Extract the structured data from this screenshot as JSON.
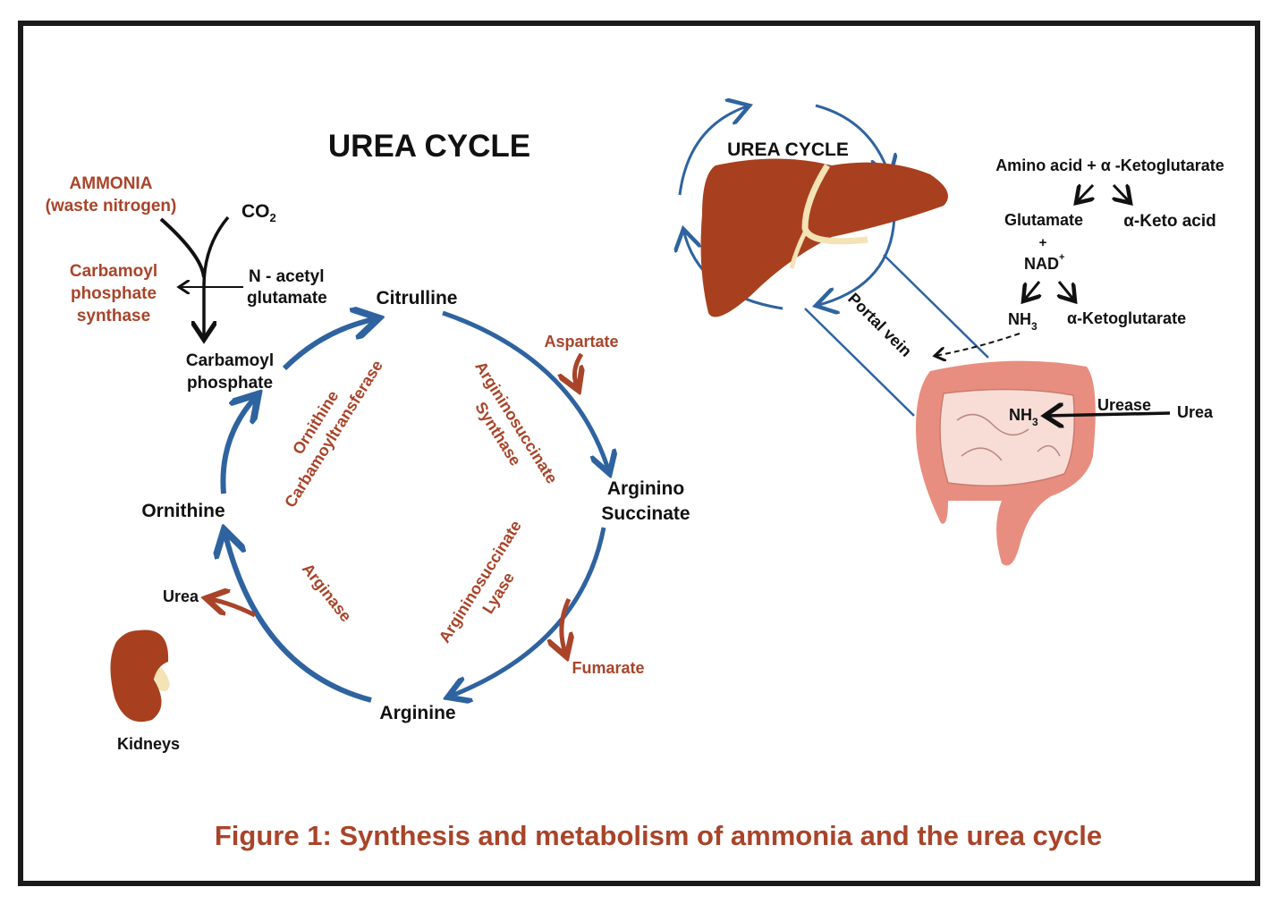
{
  "colors": {
    "cycle_arrow": "#2f63a0",
    "enzyme_text": "#a9442a",
    "liver": "#a8401f",
    "intestine": "#e88e80",
    "frame": "#1a1a1a"
  },
  "left": {
    "title": "UREA CYCLE",
    "ammonia": "AMMONIA",
    "ammonia_sub": "(waste nitrogen)",
    "co2": "CO",
    "co2_sub": "2",
    "cps_enzyme": [
      "Carbamoyl",
      "phosphate",
      "synthase"
    ],
    "nag": [
      "N - acetyl",
      "glutamate"
    ],
    "carbamoyl_phosphate": [
      "Carbamoyl",
      "phosphate"
    ],
    "citrulline": "Citrulline",
    "aspartate": "Aspartate",
    "arginino_succinate": [
      "Arginino",
      "Succinate"
    ],
    "fumarate": "Fumarate",
    "arginine": "Arginine",
    "ornithine": "Ornithine",
    "urea": "Urea",
    "kidneys": "Kidneys",
    "enzymes": {
      "otc": [
        "Ornithine",
        "Carbamoyltransferase"
      ],
      "ass": [
        "Argininosuccinate",
        "Synthase"
      ],
      "asl": [
        "Argininosuccinate",
        "Lyase"
      ],
      "arginase": "Arginase"
    }
  },
  "right": {
    "cycle_label": "UREA CYCLE",
    "portal_vein": "Portal vein",
    "amino_acid_line": "Amino acid + α -Ketoglutarate",
    "glutamate": "Glutamate",
    "alpha_keto_acid": "α-Keto acid",
    "plus": "+",
    "nad": "NAD",
    "nad_sup": "+",
    "nh3": "NH",
    "nh3_sub": "3",
    "alpha_kg": "α-Ketoglutarate",
    "urease": "Urease",
    "urea": "Urea",
    "gut_nh3": "NH",
    "gut_nh3_sub": "3"
  },
  "caption": "Figure 1: Synthesis and metabolism of ammonia and the urea cycle"
}
